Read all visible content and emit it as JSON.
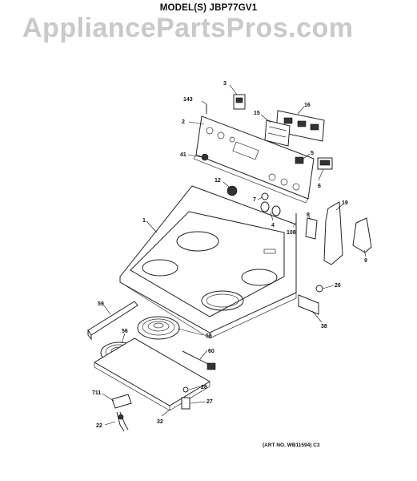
{
  "header": {
    "model": "MODEL(S) JBP77GV1",
    "watermark": "AppliancePartsPros.com"
  },
  "footer": {
    "art_no": "(ART NO. WB11594) C3"
  },
  "callouts": [
    "3",
    "143",
    "16",
    "15",
    "2",
    "5",
    "41",
    "6",
    "12",
    "7",
    "4",
    "19",
    "1",
    "108",
    "8",
    "9",
    "26",
    "59",
    "38",
    "56",
    "58",
    "60",
    "711",
    "28",
    "27",
    "22",
    "32"
  ]
}
